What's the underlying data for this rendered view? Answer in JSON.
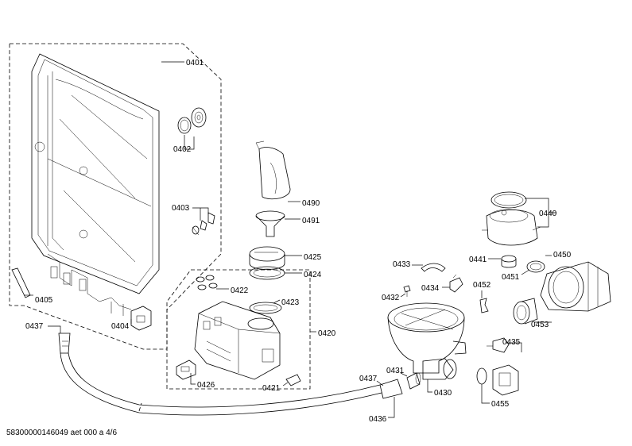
{
  "footer": "58300000146049 aet 000 a 4/6",
  "parts": {
    "p0401": "0401",
    "p0402": "0402",
    "p0403": "0403",
    "p0404": "0404",
    "p0405": "0405",
    "p0437a": "0437",
    "p0490": "0490",
    "p0491": "0491",
    "p0425": "0425",
    "p0424": "0424",
    "p0422": "0422",
    "p0423": "0423",
    "p0420": "0420",
    "p0426": "0426",
    "p0421": "0421",
    "p0433": "0433",
    "p0432": "0432",
    "p0434": "0434",
    "p0452": "0452",
    "p0440": "0440",
    "p0441": "0441",
    "p0450": "0450",
    "p0451": "0451",
    "p0453": "0453",
    "p0435": "0435",
    "p0431": "0431",
    "p0437b": "0437",
    "p0430": "0430",
    "p0436": "0436",
    "p0455": "0455"
  }
}
